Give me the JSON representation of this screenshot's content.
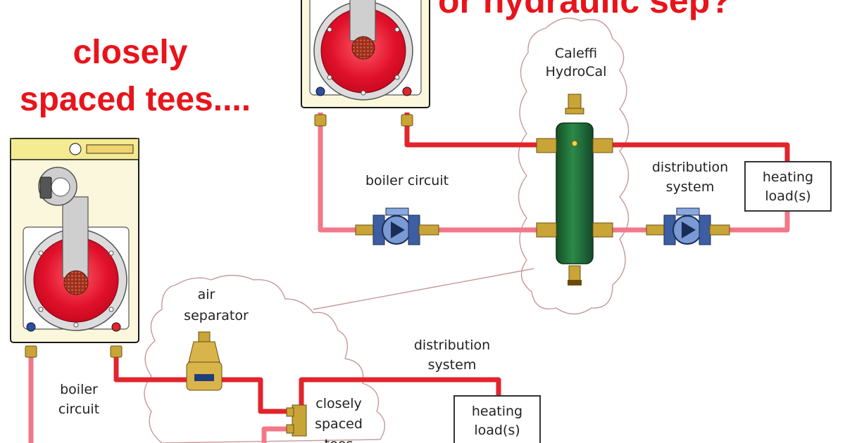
{
  "colors": {
    "hot_pipe": "#e2242c",
    "cold_pipe": "#f1788a",
    "title_red": "#e8141b",
    "separator_green": "#1e6b36",
    "boiler_cabinet": "#fbf7dc",
    "brass": "#c9a437",
    "pump_blue": "#3d5ea1"
  },
  "titles": {
    "left_line1": "closely",
    "left_line2": "spaced tees....",
    "top_partial": "or hydraulic sep?"
  },
  "top_system": {
    "separator_label_line1": "Caleffi",
    "separator_label_line2": "HydroCal",
    "boiler_circuit": "boiler circuit",
    "distribution_line1": "distribution",
    "distribution_line2": "system",
    "load_line1": "heating",
    "load_line2": "load(s)"
  },
  "bottom_system": {
    "air_sep_line1": "air",
    "air_sep_line2": "separator",
    "boiler_circuit_line1": "boiler",
    "boiler_circuit_line2": "circuit",
    "distribution_line1": "distribution",
    "distribution_line2": "system",
    "tees_line1": "closely",
    "tees_line2": "spaced",
    "tees_line3": "tees",
    "load_line1": "heating",
    "load_line2": "load(s)"
  }
}
